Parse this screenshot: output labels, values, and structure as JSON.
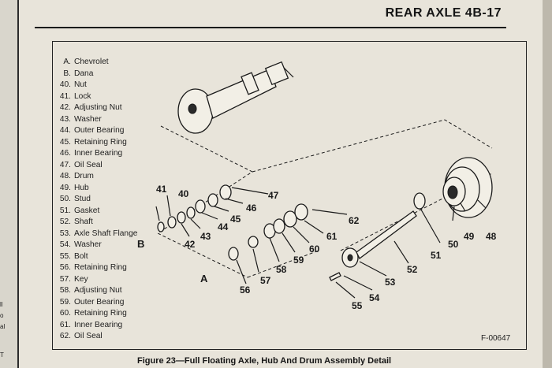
{
  "header": {
    "title": "REAR AXLE 4B-17"
  },
  "legend": [
    {
      "key": "A.",
      "label": "Chevrolet"
    },
    {
      "key": "B.",
      "label": "Dana"
    },
    {
      "key": "40.",
      "label": "Nut"
    },
    {
      "key": "41.",
      "label": "Lock"
    },
    {
      "key": "42.",
      "label": "Adjusting Nut"
    },
    {
      "key": "43.",
      "label": "Washer"
    },
    {
      "key": "44.",
      "label": "Outer Bearing"
    },
    {
      "key": "45.",
      "label": "Retaining Ring"
    },
    {
      "key": "46.",
      "label": "Inner Bearing"
    },
    {
      "key": "47.",
      "label": "Oil Seal"
    },
    {
      "key": "48.",
      "label": "Drum"
    },
    {
      "key": "49.",
      "label": "Hub"
    },
    {
      "key": "50.",
      "label": "Stud"
    },
    {
      "key": "51.",
      "label": "Gasket"
    },
    {
      "key": "52.",
      "label": "Shaft"
    },
    {
      "key": "53.",
      "label": "Axle Shaft Flange"
    },
    {
      "key": "54.",
      "label": "Washer"
    },
    {
      "key": "55.",
      "label": "Bolt"
    },
    {
      "key": "56.",
      "label": "Retaining Ring"
    },
    {
      "key": "57.",
      "label": "Key"
    },
    {
      "key": "58.",
      "label": "Adjusting Nut"
    },
    {
      "key": "59.",
      "label": "Outer Bearing"
    },
    {
      "key": "60.",
      "label": "Retaining Ring"
    },
    {
      "key": "61.",
      "label": "Inner Bearing"
    },
    {
      "key": "62.",
      "label": "Oil Seal"
    }
  ],
  "callouts": {
    "A": "A",
    "B": "B",
    "n40": "40",
    "n41": "41",
    "n42": "42",
    "n43": "43",
    "n44": "44",
    "n45": "45",
    "n46": "46",
    "n47": "47",
    "n48": "48",
    "n49": "49",
    "n50": "50",
    "n51": "51",
    "n52": "52",
    "n53": "53",
    "n54": "54",
    "n55": "55",
    "n56": "56",
    "n57": "57",
    "n58": "58",
    "n59": "59",
    "n60": "60",
    "n61": "61",
    "n62": "62"
  },
  "figure_id": "F-00647",
  "caption": "Figure 23—Full Floating Axle, Hub And Drum Assembly Detail",
  "left_page_fragments": [
    "ll",
    "o",
    "al",
    "T"
  ]
}
